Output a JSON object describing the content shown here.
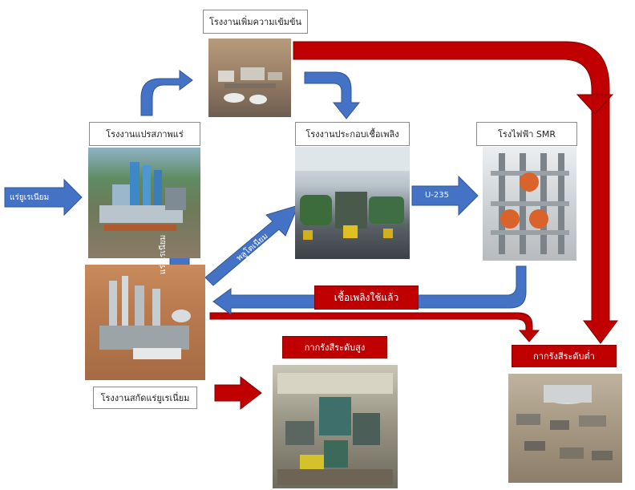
{
  "labels": {
    "enrichment": "โรงงานเพิ่มความเข้มข้น",
    "conversion": "โรงงานแปรสภาพแร่",
    "fuel_fab": "โรงงานประกอบเชื้อเพลิง",
    "smr": "โรงไฟฟ้า SMR",
    "mining": "โรงงานสกัดแร่ยูเรเนี่ยม",
    "hlw": "กากรังสีระดับสูง",
    "llw": "กากรังสีระดับต่ำ",
    "spent_fuel": "เชื้อเพลิงใช้แล้ว"
  },
  "arrow_text": {
    "uranium_in": "แร่ยูเรเนียม",
    "uranium_up": "แร่ยูเรเนียม",
    "plutonium": "พลูโตเนียม",
    "u235": "U-235"
  },
  "colors": {
    "blue": "#4472c4",
    "blue_dark": "#2f5597",
    "red": "#c00000",
    "red_dark": "#7f0000"
  },
  "icons": {
    "enrichment": "enrichment-plant-photo",
    "conversion": "conversion-plant-photo",
    "fuel_fab": "fuel-factory-photo",
    "smr": "smr-reactor-photo",
    "mining": "mining-plant-photo",
    "hlw": "high-level-waste-photo",
    "llw": "low-level-waste-photo"
  }
}
